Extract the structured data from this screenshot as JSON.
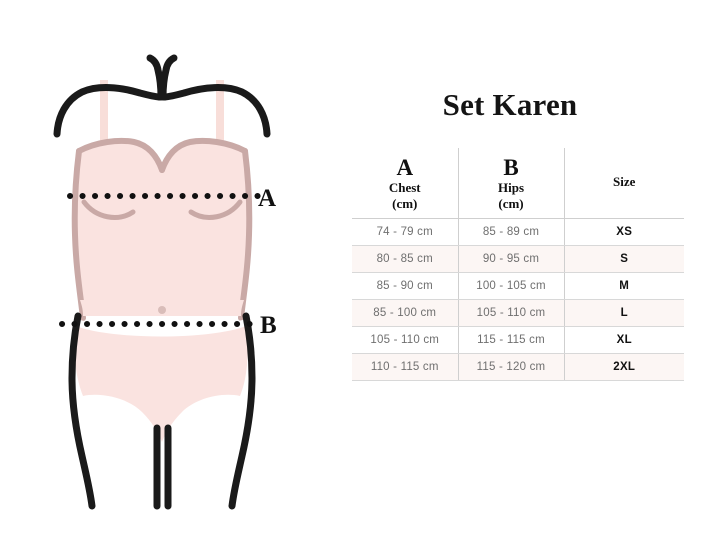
{
  "title": "Set Karen",
  "illustration": {
    "label_chest": "A",
    "label_hips": "B",
    "colors": {
      "body_fill": "#fae3e0",
      "body_outline": "#c9a9a6",
      "strap": "#f8ded9",
      "silhouette": "#1a1a1a",
      "dots": "#111111",
      "navel": "#c9a9a6"
    }
  },
  "table": {
    "columns": [
      {
        "letter": "A",
        "name": "Chest",
        "unit": "(cm)"
      },
      {
        "letter": "B",
        "name": "Hips",
        "unit": "(cm)"
      },
      {
        "letter": "",
        "name": "Size",
        "unit": ""
      }
    ],
    "rows": [
      {
        "chest": "74 - 79 cm",
        "hips": "85 - 89 cm",
        "size": "XS"
      },
      {
        "chest": "80 - 85 cm",
        "hips": "90 - 95 cm",
        "size": "S"
      },
      {
        "chest": "85 - 90 cm",
        "hips": "100 - 105 cm",
        "size": "M"
      },
      {
        "chest": "85 - 100 cm",
        "hips": "105 - 110 cm",
        "size": "L"
      },
      {
        "chest": "105 - 110 cm",
        "hips": "115 - 115 cm",
        "size": "XL"
      },
      {
        "chest": "110 - 115 cm",
        "hips": "115 - 120 cm",
        "size": "2XL"
      }
    ]
  }
}
